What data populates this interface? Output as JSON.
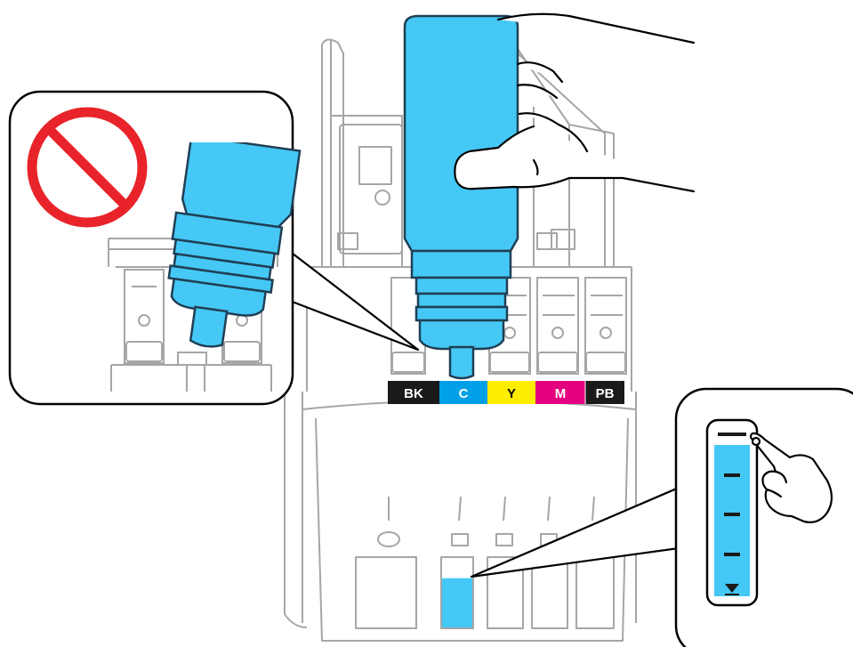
{
  "colors": {
    "outline": "#a6a6a6",
    "cyan_ink": "#45c8f5",
    "cyan_dark": "#1f3f55",
    "prohibit_red": "#e8242a",
    "black": "#000000",
    "white": "#ffffff"
  },
  "ink_slots": [
    {
      "label": "BK",
      "color": "#1a1a1a",
      "text_color": "#ffffff"
    },
    {
      "label": "C",
      "color": "#00a0e9",
      "text_color": "#ffffff"
    },
    {
      "label": "Y",
      "color": "#ffed00",
      "text_color": "#000000"
    },
    {
      "label": "M",
      "color": "#e4007f",
      "text_color": "#ffffff"
    },
    {
      "label": "PB",
      "color": "#1a1a1a",
      "text_color": "#ffffff"
    }
  ],
  "icons": {
    "prohibited": "prohibited-icon",
    "fill_triangle": "lower-limit-triangle-icon",
    "pointing_hand": "pointing-hand-icon"
  },
  "tank_fill_level": 0.7
}
